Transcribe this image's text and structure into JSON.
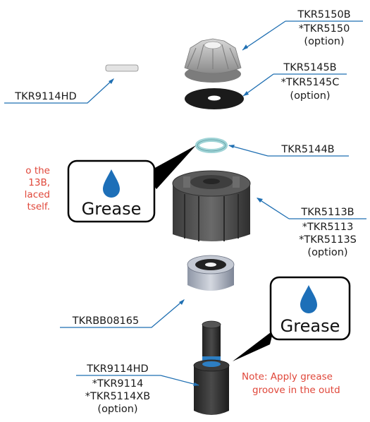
{
  "parts": [
    {
      "id": "pinion",
      "part_number": "TKR5150B",
      "alternates": [
        "*TKR5150",
        "(option)"
      ]
    },
    {
      "id": "washer",
      "part_number": "TKR5145B",
      "alternates": [
        "*TKR5145C",
        "(option)"
      ]
    },
    {
      "id": "oring",
      "part_number": "TKR5144B",
      "alternates": []
    },
    {
      "id": "housing",
      "part_number": "TKR5113B",
      "alternates": [
        "*TKR5113",
        "*TKR5113S",
        "(option)"
      ]
    },
    {
      "id": "bearing",
      "part_number": "TKRBB08165",
      "alternates": []
    },
    {
      "id": "outdrive",
      "part_number": "TKR9114HD",
      "alternates": [
        "*TKR9114",
        "*TKR5114XB",
        "(option)"
      ]
    },
    {
      "id": "pin",
      "part_number": "TKR9114HD",
      "alternates": []
    }
  ],
  "callouts": [
    {
      "id": "grease-upper",
      "label": "Grease"
    },
    {
      "id": "grease-lower",
      "label": "Grease"
    }
  ],
  "notes": {
    "left_lines": [
      "o the",
      "13B,",
      "laced",
      "tself."
    ],
    "bottom_lines": [
      "Note: Apply grease",
      "groove in the outd"
    ]
  },
  "colors": {
    "accent_blue": "#1f6fb2",
    "note_red": "#e0473a",
    "oring": "#9fd3d6"
  }
}
